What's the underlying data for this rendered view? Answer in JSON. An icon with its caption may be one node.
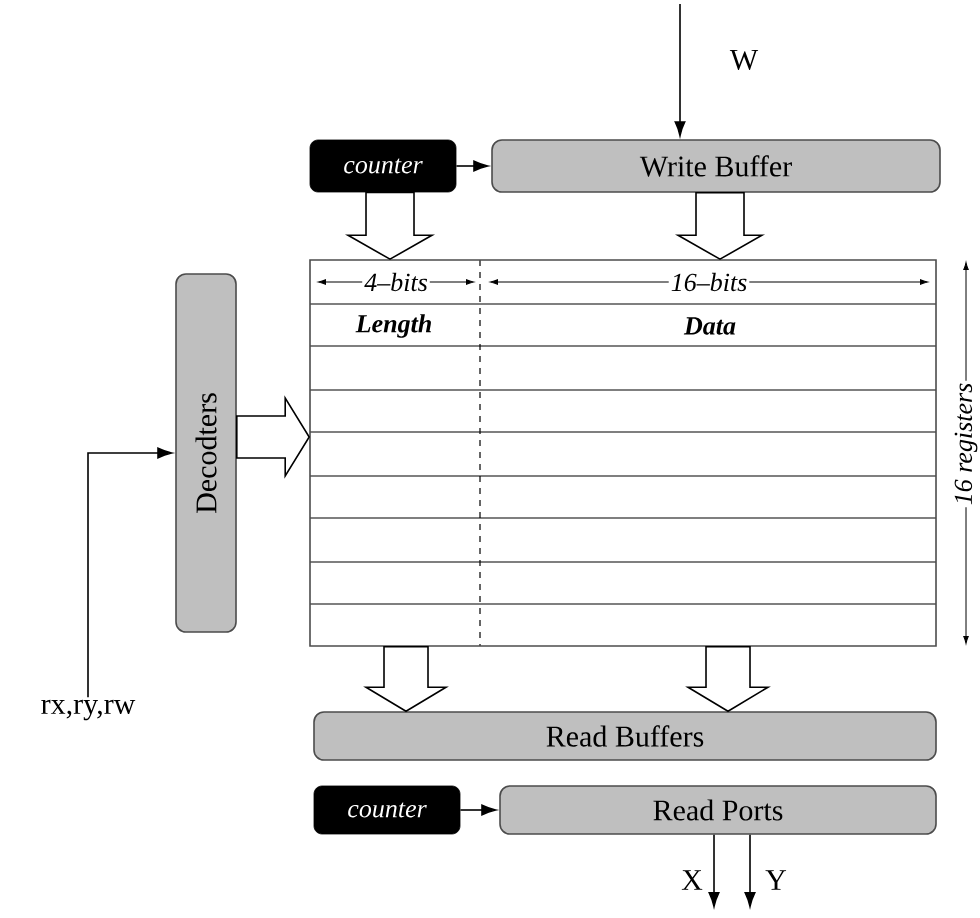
{
  "diagram": {
    "nodes": [
      {
        "text": [
          "counter"
        ]
      },
      {
        "text": [
          "Write Buffer"
        ]
      },
      {
        "text": [],
        "shape": "box"
      },
      {
        "text": [
          "Decodters"
        ]
      },
      {
        "text": [
          "Read Buffers"
        ]
      },
      {
        "text": [
          "counter"
        ]
      },
      {
        "text": [
          "Read Ports"
        ]
      },
      {
        "text": [
          "rx,ry,rw"
        ]
      }
    ],
    "edges": [
      {
        "from": null,
        "to": 1,
        "arrow": "to",
        "label": "W"
      },
      {
        "from": 0,
        "to": 1,
        "arrow": "to"
      },
      {
        "from": 0,
        "to": 2,
        "arrow": "to",
        "style": "thick"
      },
      {
        "from": 1,
        "to": 2,
        "arrow": "to",
        "style": "thick"
      },
      {
        "from": 7,
        "to": 3,
        "arrow": "to"
      },
      {
        "from": 3,
        "to": 2,
        "arrow": "to",
        "style": "thick"
      },
      {
        "from": 2,
        "to": 4,
        "arrow": "to",
        "style": "thick"
      },
      {
        "from": 2,
        "to": 4,
        "arrow": "to",
        "style": "thick"
      },
      {
        "from": 5,
        "to": 6,
        "arrow": "to"
      },
      {
        "from": 6,
        "to": null,
        "arrow": "to",
        "label": "X"
      },
      {
        "from": 6,
        "to": null,
        "arrow": "to",
        "label": "Y"
      }
    ],
    "labels": [
      "4–bits",
      "16–bits",
      "Length",
      "Data",
      "16 registers"
    ]
  }
}
